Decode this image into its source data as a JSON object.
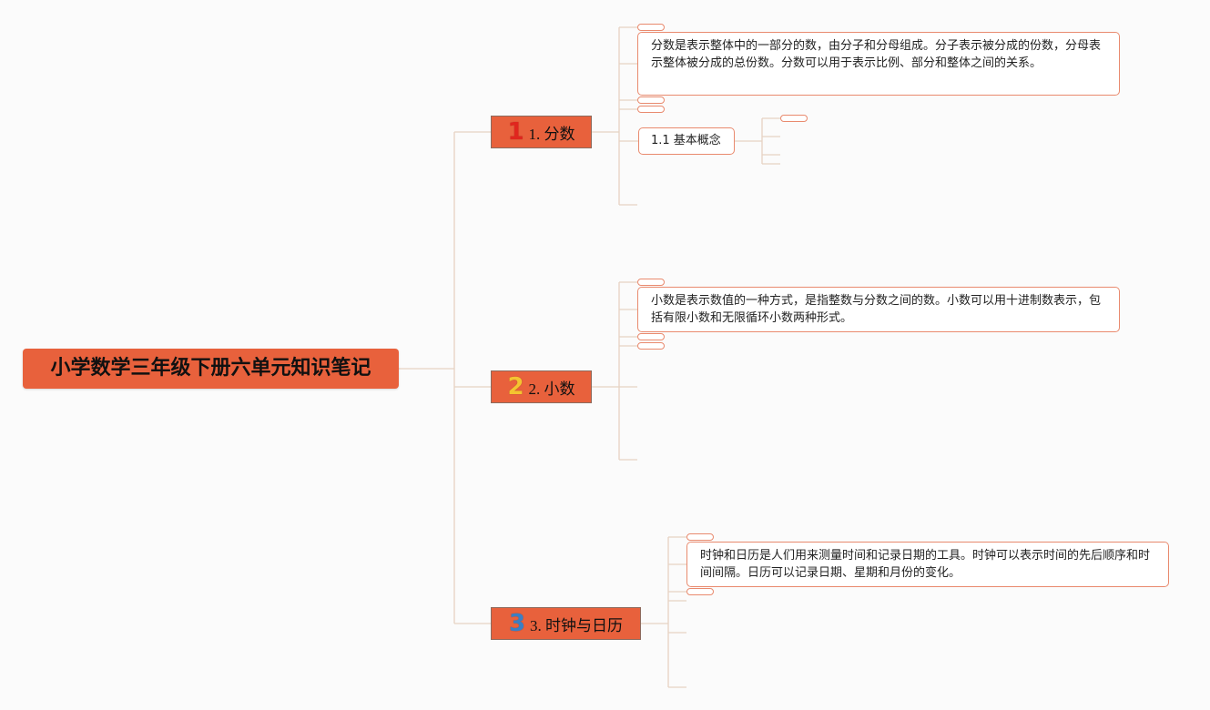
{
  "root": {
    "title": "小学数学三年级下册六单元知识笔记"
  },
  "topics": [
    {
      "number": "1",
      "number_color": "#e0261e",
      "label": "1. 分数",
      "note": "分数是表示整体中的一部分的数，由分子和分母组成。分子表示被分成的份数，分母表示整体被分成的总份数。分数可以用于表示比例、部分和整体之间的关系。",
      "subtopic": "1.1 基本概念"
    },
    {
      "number": "2",
      "number_color": "#f4c430",
      "label": "2. 小数",
      "note": "小数是表示数值的一种方式，是指整数与分数之间的数。小数可以用十进制数表示，包括有限小数和无限循环小数两种形式。"
    },
    {
      "number": "3",
      "number_color": "#3a7fc4",
      "label": "3. 时钟与日历",
      "note": "时钟和日历是人们用来测量时间和记录日期的工具。时钟可以表示时间的先后顺序和时间间隔。日历可以记录日期、星期和月份的变化。"
    }
  ],
  "colors": {
    "accent": "#e8613c",
    "line": "#e6d2c3",
    "node_border": "#e98a6e"
  }
}
